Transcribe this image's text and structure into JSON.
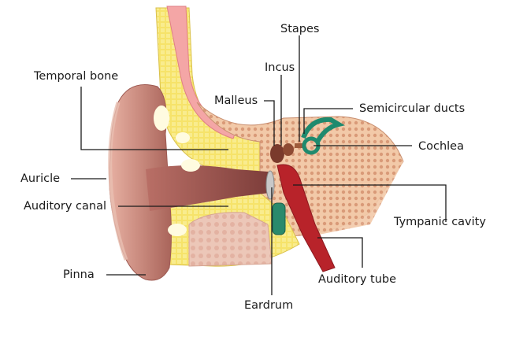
{
  "labels": {
    "stapes": "Stapes",
    "incus": "Incus",
    "temporal_bone": "Temporal bone",
    "malleus": "Malleus",
    "semicircular_ducts": "Semicircular ducts",
    "cochlea": "Cochlea",
    "auricle": "Auricle",
    "auditory_canal": "Auditory canal",
    "tympanic_cavity": "Tympanic cavity",
    "pinna": "Pinna",
    "auditory_tube": "Auditory tube",
    "eardrum": "Eardrum"
  },
  "colors": {
    "skin": "#c98a7e",
    "skin_dark": "#9e5a52",
    "bone_yellow": "#f3df5a",
    "bone_light": "#f7eea0",
    "spongy_bone": "#e8b896",
    "pink_layer": "#f4a6a6",
    "red_tube": "#b8232a",
    "teal": "#1f8a6e",
    "line": "#1a1a1a"
  }
}
